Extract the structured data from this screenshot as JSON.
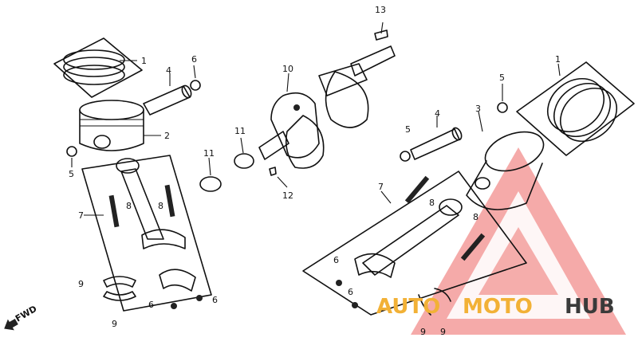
{
  "diagram": {
    "callouts": [
      "1",
      "2",
      "3",
      "4",
      "5",
      "6",
      "7",
      "8",
      "9",
      "10",
      "11",
      "12",
      "13"
    ],
    "fwd_label": "FWD",
    "watermark": {
      "part1": "AUTO",
      "part2": "MOTO",
      "part3": "HUB",
      "color_triangle": "#e8322d",
      "color_text_orange": "#f2b136",
      "color_text_dark": "#3a3a3a"
    }
  }
}
